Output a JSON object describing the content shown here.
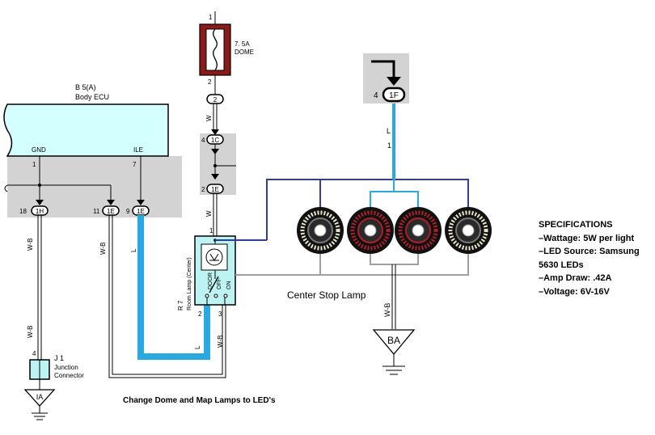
{
  "fuse": {
    "pin_top": "1",
    "pin_bottom": "2",
    "rating": "7. 5A",
    "name": "DOME"
  },
  "body_ecu": {
    "ref": "B 5(A)",
    "name": "Body ECU",
    "pin_gnd_label": "GND",
    "pin_ile_label": "ILE",
    "pin_gnd": "1",
    "pin_ile": "7"
  },
  "connectors": {
    "c2": "2",
    "c1c": "1C",
    "c1c_pin": "4",
    "c1e_top": "1E",
    "c1e_top_pin": "2",
    "c1h": "1H",
    "c1h_pin": "18",
    "c1e_a": "1E",
    "c1e_a_pin": "11",
    "c1e_b": "1E",
    "c1e_b_pin": "9",
    "c1f": "1F",
    "c1f_pin": "4"
  },
  "wires": {
    "w_top": "W",
    "w_mid": "W",
    "l_left": "L",
    "wb_1": "W-B",
    "wb_2": "W-B",
    "wb_3": "W-B",
    "l_bottom": "L",
    "wb_bottom": "W-B",
    "l_right": "L",
    "l_right_pin": "1",
    "wb_center": "W-B"
  },
  "room_lamp": {
    "ref": "R 7",
    "name": "Room Lamp (Center)",
    "pin_top": "1",
    "pin_2": "2",
    "pin_3": "3",
    "door": "DOOR",
    "off": "OFF",
    "on": "ON"
  },
  "junction": {
    "ref": "J 1",
    "name1": "Junction",
    "name2": "Connector",
    "pin": "4"
  },
  "grounds": {
    "ia": "IA",
    "ba": "BA"
  },
  "stop_lamp_label": "Center Stop Lamp",
  "caption": "Change Dome and Map Lamps to LED's",
  "specs": {
    "title": "SPECIFICATIONS",
    "lines": [
      "–Wattage: 5W per light",
      "–LED Source: Samsung",
      "5630 LEDs",
      "–Amp Draw: .42A",
      "–Voltage: 6V-16V"
    ]
  },
  "colors": {
    "blue_wire": "#29a9df",
    "navy_wire": "#2f3d9c",
    "gray_wire": "#a0a0a0",
    "ecu_fill": "#d4ffff",
    "fuse_fill": "#8b1a1a",
    "panel_gray": "#d3d3d3",
    "junction_fill": "#bdf3f3"
  }
}
